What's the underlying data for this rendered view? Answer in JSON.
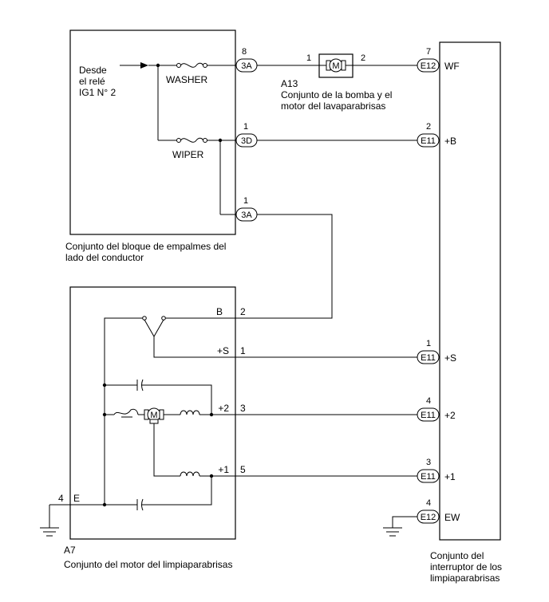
{
  "junction_block": {
    "source_lines": [
      "Desde",
      "el relé",
      "IG1 N° 2"
    ],
    "fuse_washer": "WASHER",
    "fuse_wiper": "WIPER",
    "caption_lines": [
      "Conjunto del bloque de empalmes del",
      "lado del conductor"
    ],
    "connectors": [
      {
        "id": "3A",
        "pin": "8"
      },
      {
        "id": "3D",
        "pin": "1"
      },
      {
        "id": "3A",
        "pin": "1"
      }
    ]
  },
  "pump_motor": {
    "code": "A13",
    "caption_lines": [
      "Conjunto de la bomba y el",
      "motor del lavaparabrisas"
    ],
    "pin_left": "1",
    "pin_right": "2",
    "symbol": "M"
  },
  "wiper_motor": {
    "code": "A7",
    "caption": "Conjunto del motor del limpiaparabrisas",
    "symbol": "M",
    "terminals": [
      {
        "name": "B",
        "pin": "2"
      },
      {
        "name": "+S",
        "pin": "1"
      },
      {
        "name": "+2",
        "pin": "3"
      },
      {
        "name": "+1",
        "pin": "5"
      },
      {
        "name": "E",
        "pin": "4"
      }
    ]
  },
  "wiper_switch": {
    "caption_lines": [
      "Conjunto del",
      "interruptor de los",
      "limpiaparabrisas"
    ],
    "terminals": [
      {
        "connector": "E12",
        "pin": "7",
        "name": "WF"
      },
      {
        "connector": "E11",
        "pin": "2",
        "name": "+B"
      },
      {
        "connector": "E11",
        "pin": "1",
        "name": "+S"
      },
      {
        "connector": "E11",
        "pin": "4",
        "name": "+2"
      },
      {
        "connector": "E11",
        "pin": "3",
        "name": "+1"
      },
      {
        "connector": "E12",
        "pin": "4",
        "name": "EW"
      }
    ]
  }
}
